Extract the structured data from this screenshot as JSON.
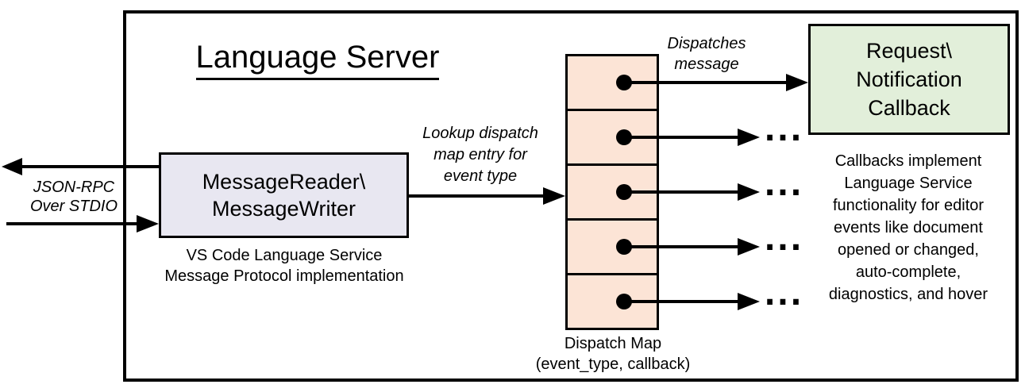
{
  "title": "Language Server",
  "colors": {
    "reader_box_fill": "#e8e7f1",
    "dispatch_cell_fill": "#fce4d6",
    "callback_box_fill": "#e2efda",
    "line_color": "#000000"
  },
  "io_label": {
    "line1": "JSON-RPC",
    "line2": "Over STDIO"
  },
  "reader_box": {
    "line1": "MessageReader\\",
    "line2": "MessageWriter"
  },
  "reader_caption": {
    "line1": "VS Code Language Service",
    "line2": "Message Protocol implementation"
  },
  "lookup_label": {
    "line1": "Lookup dispatch",
    "line2": "map entry for",
    "line3": "event type"
  },
  "dispatch_label": {
    "line1": "Dispatches",
    "line2": "message"
  },
  "callback_box": {
    "line1": "Request\\",
    "line2": "Notification",
    "line3": "Callback"
  },
  "callback_caption": [
    "Callbacks implement",
    "Language Service",
    "functionality for editor",
    "events like document",
    "opened or changed,",
    "auto-complete,",
    "diagnostics, and hover"
  ],
  "map_caption": {
    "line1": "Dispatch Map",
    "line2": "(event_type, callback)"
  },
  "ellipsis": "..."
}
